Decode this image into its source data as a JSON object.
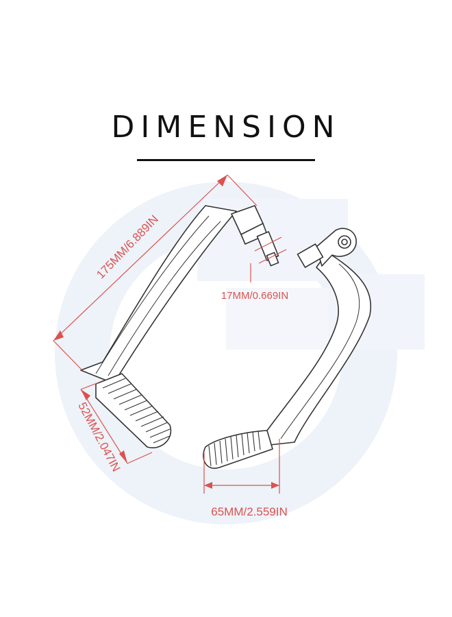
{
  "title": "DIMENSION",
  "colors": {
    "dimension": "#d9534f",
    "outline": "#333333",
    "watermark": "#eef2f9"
  },
  "dimensions": {
    "length": "175MM/6.889IN",
    "bolt": "17MM/0.669IN",
    "grip_height": "52MM/2.047IN",
    "grip_length": "65MM/2.559IN"
  }
}
